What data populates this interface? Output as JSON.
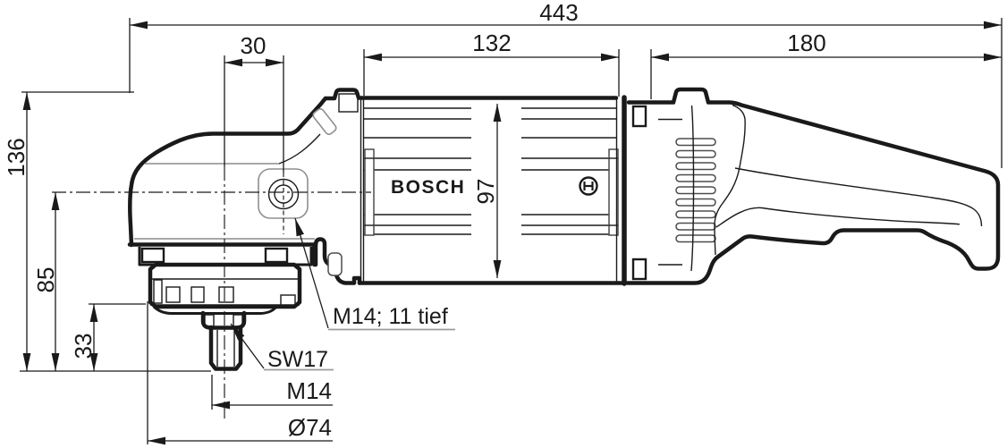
{
  "drawing": {
    "brand": "BOSCH",
    "labels": {
      "total_length": "443",
      "spindle_offset": "30",
      "motor_length": "132",
      "handle_length": "180",
      "height_total": "136",
      "height_axis": "85",
      "height_spindle": "33",
      "motor_diameter": "97",
      "thread_depth_note": "M14; 11 tief",
      "spanner_size": "SW17",
      "spindle_thread": "M14",
      "flange_diameter": "Ø74"
    },
    "colors": {
      "line": "#1a1a1a",
      "gray": "#9b9b9b",
      "background": "#ffffff"
    }
  }
}
